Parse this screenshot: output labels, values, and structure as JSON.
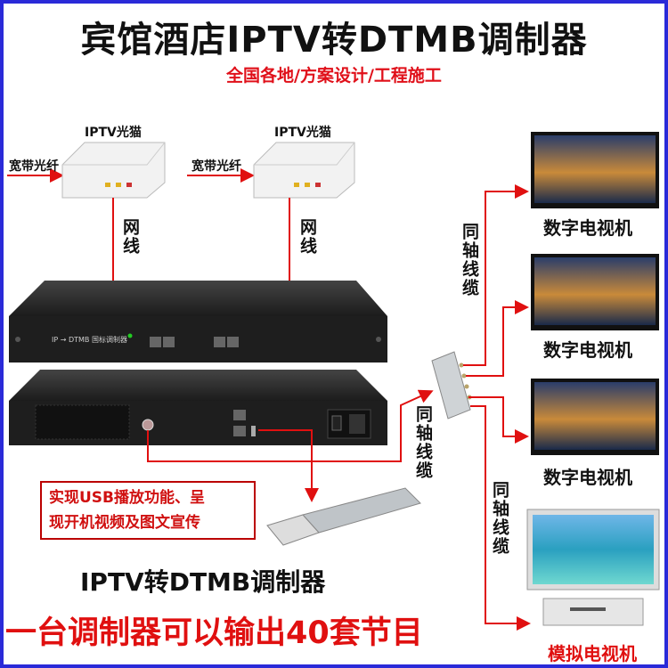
{
  "title": "宾馆酒店IPTV转DTMB调制器",
  "subtitle": "全国各地/方案设计/工程施工",
  "modems": [
    {
      "label": "IPTV光猫",
      "input": "宽带光纤"
    },
    {
      "label": "IPTV光猫",
      "input": "宽带光纤"
    }
  ],
  "cable_label": "网线",
  "coax_label": "同轴线缆",
  "device_front_text": "IP → DTMB 国标调制器",
  "tvs": [
    {
      "label": "数字电视机"
    },
    {
      "label": "数字电视机"
    },
    {
      "label": "数字电视机"
    },
    {
      "label": "模拟电视机"
    }
  ],
  "usb_note": {
    "line1": "实现USB播放功能、呈",
    "line2": "现开机视频及图文宣传"
  },
  "product_name": "IPTV转DTMB调制器",
  "slogan": "一台调制器可以输出40套节目",
  "colors": {
    "accent": "#e01010",
    "border": "#2a2ad8"
  }
}
